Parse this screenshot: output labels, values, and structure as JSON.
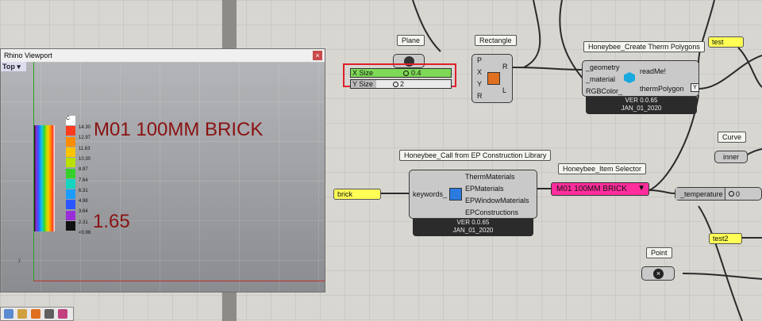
{
  "rhino": {
    "title": "Rhino Viewport",
    "close_glyph": "×",
    "view_tab": "Top",
    "legend_title": "C",
    "legend_values": [
      "14.30",
      "12.97",
      "11.63",
      "10.30",
      "8.97",
      "7.64",
      "6.31",
      "4.98",
      "3.64",
      "2.31",
      "<0.98"
    ],
    "legend_colors": [
      "#ffffff",
      "#ff3b1f",
      "#ff8c00",
      "#ffc400",
      "#b8e000",
      "#35d02a",
      "#14d4c0",
      "#1b9cff",
      "#2a56ff",
      "#9a2dd8",
      "#111111"
    ],
    "material_text": "M01 100MM BRICK",
    "value_text": "1.65",
    "axis_label": "y"
  },
  "nodes": {
    "plane": {
      "label": "Plane"
    },
    "rectangle": {
      "label": "Rectangle",
      "inputs": [
        "P",
        "X",
        "Y",
        "R"
      ],
      "outputs": [
        "R",
        "L"
      ]
    },
    "x_slider": {
      "label": "X Size",
      "value": "0.4"
    },
    "y_slider": {
      "label": "Y Size",
      "value": "2"
    },
    "therm": {
      "label": "Honeybee_Create Therm Polygons",
      "inputs": [
        "_geometry",
        "_material",
        "RGBColor_"
      ],
      "outputs": [
        "readMe!",
        "thermPolygon"
      ],
      "version": "VER 0.0.65",
      "date": "JAN_01_2020"
    },
    "construction": {
      "label": "Honeybee_Call from EP Construction Library",
      "inputs": [
        "keywords_"
      ],
      "outputs": [
        "ThermMaterials",
        "EPMaterials",
        "EPWindowMaterials",
        "EPConstructions"
      ],
      "version": "VER 0.0.65",
      "date": "JAN_01_2020"
    },
    "item_selector": {
      "label": "Honeybee_Item Selector",
      "value": "M01 100MM BRICK"
    },
    "curve": {
      "label": "Curve",
      "value": "inner"
    },
    "temperature": {
      "label": "_temperature",
      "value": "0"
    },
    "point": {
      "label": "Point"
    }
  },
  "panels": {
    "brick": "brick",
    "test": "test",
    "test2": "test2"
  },
  "colors": {
    "slider_green": "#7ed957",
    "selector_pink": "#ff2e9c",
    "highlight_red": "#e0202a",
    "panel_yellow": "#ffff55"
  }
}
